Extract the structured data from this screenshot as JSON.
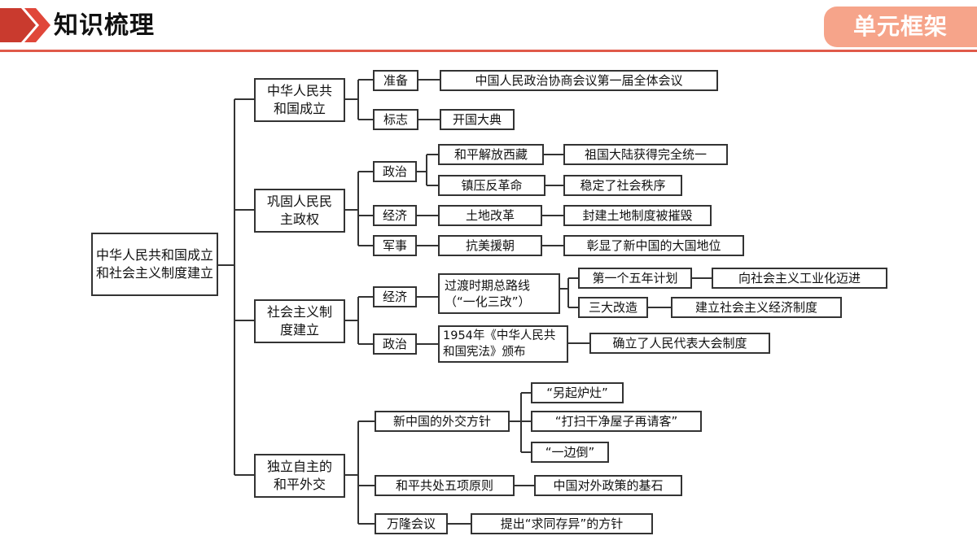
{
  "header": {
    "title": "知识梳理",
    "badge": "单元框架",
    "accent_red": "#e0473a",
    "badge_color": "#f6a48a"
  },
  "mindmap": {
    "root": "中华人民共和国成立和社会主义制度建立",
    "b1": {
      "title": "中华人民共和国成立",
      "c1_label": "准备",
      "c1_value": "中国人民政治协商会议第一届全体会议",
      "c2_label": "标志",
      "c2_value": "开国大典"
    },
    "b2": {
      "title": "巩固人民民主政权",
      "zhengzhi": "政治",
      "xizang": "和平解放西藏",
      "xizang_result": "祖国大陆获得完全统一",
      "zhenya": "镇压反革命",
      "zhenya_result": "稳定了社会秩序",
      "jingji": "经济",
      "tudi": "土地改革",
      "tudi_result": "封建土地制度被摧毁",
      "junshi": "军事",
      "kangmei": "抗美援朝",
      "kangmei_result": "彰显了新中国的大国地位"
    },
    "b3": {
      "title": "社会主义制度建立",
      "jingji": "经济",
      "luxian": "过渡时期总路线（“一化三改”）",
      "wunian": "第一个五年计划",
      "wunian_result": "向社会主义工业化迈进",
      "sanda": "三大改造",
      "sanda_result": "建立社会主义经济制度",
      "zhengzhi": "政治",
      "xianfa": "1954年《中华人民共和国宪法》颁布",
      "xianfa_result": "确立了人民代表大会制度"
    },
    "b4": {
      "title": "独立自主的和平外交",
      "fangzhen": "新中国的外交方针",
      "f1": "“另起炉灶”",
      "f2": "“打扫干净屋子再请客”",
      "f3": "“一边倒”",
      "wuxiang": "和平共处五项原则",
      "wuxiang_result": "中国对外政策的基石",
      "wanlong": "万隆会议",
      "wanlong_result": "提出“求同存异”的方针"
    }
  }
}
